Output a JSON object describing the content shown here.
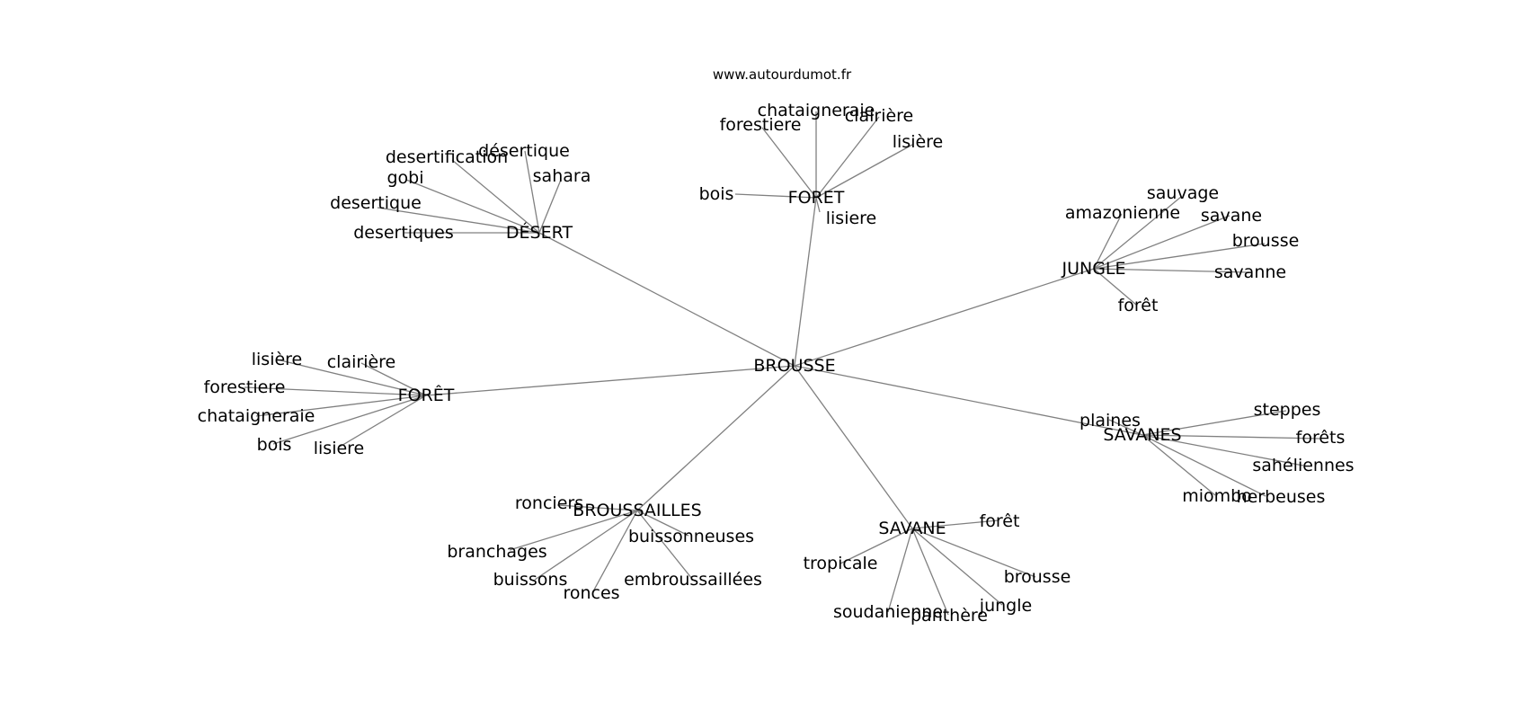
{
  "watermark": "www.autourdumot.fr",
  "graph": {
    "center": "BROUSSE",
    "groups": [
      {
        "hub": "DÉSERT",
        "words": [
          "désertique",
          "desertification",
          "sahara",
          "gobi",
          "desertique",
          "desertiques"
        ]
      },
      {
        "hub": "FORET",
        "words": [
          "chataigneraie",
          "clairière",
          "forestiere",
          "lisière",
          "bois",
          "lisiere"
        ]
      },
      {
        "hub": "JUNGLE",
        "words": [
          "sauvage",
          "amazonienne",
          "savane",
          "brousse",
          "savanne",
          "forêt"
        ]
      },
      {
        "hub": "FORÊT",
        "words": [
          "lisière",
          "clairière",
          "forestiere",
          "chataigneraie",
          "bois",
          "lisiere"
        ]
      },
      {
        "hub": "SAVANES",
        "words": [
          "steppes",
          "plaines",
          "forêts",
          "sahéliennes",
          "miombo",
          "herbeuses"
        ]
      },
      {
        "hub": "BROUSSAILLES",
        "words": [
          "ronciers",
          "buissonneuses",
          "branchages",
          "buissons",
          "ronces",
          "embroussaillées"
        ]
      },
      {
        "hub": "SAVANE",
        "words": [
          "forêt",
          "tropicale",
          "brousse",
          "jungle",
          "soudanienne",
          "panthère"
        ]
      }
    ]
  }
}
